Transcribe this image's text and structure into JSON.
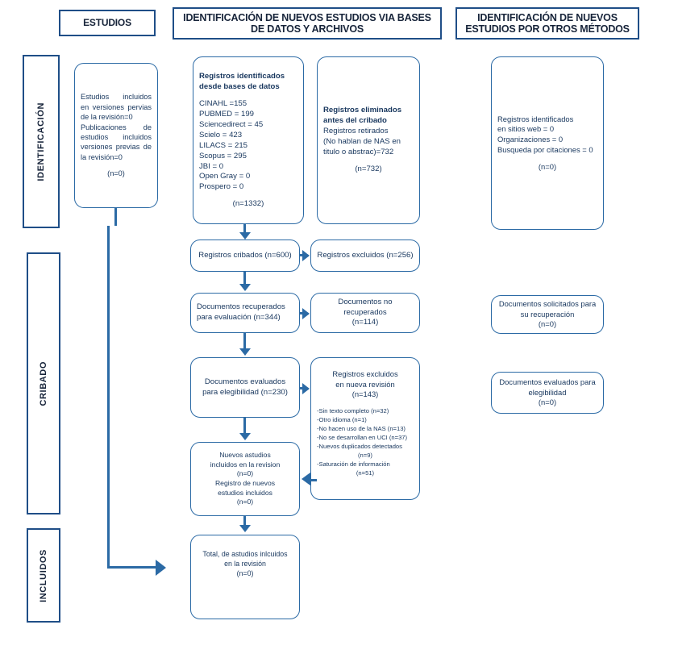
{
  "headers": {
    "studies": "ESTUDIOS",
    "databases": "IDENTIFICACIÓN DE NUEVOS ESTUDIOS VIA BASES DE DATOS Y ARCHIVOS",
    "other_methods": "IDENTIFICACIÓN DE NUEVOS ESTUDIOS POR OTROS MÉTODOS"
  },
  "phases": {
    "identification": "IDENTIFICACIÓN",
    "screening": "CRIBADO",
    "included": "INCLUIDOS"
  },
  "colors": {
    "border_navy": "#1f4e87",
    "border_blue": "#2b6aa5",
    "text_blue": "#17365d",
    "background": "#ffffff"
  },
  "nodes": {
    "previous_studies": {
      "line1": "Estudios incluidos",
      "line2": "en versiones pervias",
      "line3": "de la revisión=0",
      "line4": "Publicaciones de",
      "line5": "estudios incluidos",
      "line6": "versiones previas de",
      "line7": "la revisión=0",
      "count": "(n=0)"
    },
    "records_identified": {
      "title_line1": "Registros identificados",
      "title_line2": "desde bases de datos",
      "sources": [
        "CINAHL  =155",
        "PUBMED = 199",
        "Sciencedirect = 45",
        "Scielo = 423",
        "LILACS = 215",
        "Scopus = 295",
        "JBI = 0",
        "Open Gray = 0",
        "Prospero = 0"
      ],
      "count": "(n=1332)"
    },
    "records_removed": {
      "title_line1": "Registros eliminados",
      "title_line2": "antes del cribado",
      "line1": "Registros retirados",
      "line2": "(No hablan de NAS en",
      "line3": "titulo o abstrac)=732",
      "count": "(n=732)"
    },
    "other_identified": {
      "line1": "Registros identificados",
      "line2": "en sitios web = 0",
      "line3": "Organizaciones = 0",
      "line4": "Busqueda por citaciones = 0",
      "count": "(n=0)"
    },
    "records_screened": {
      "text": "Registros cribados (n=600)"
    },
    "records_excluded": {
      "text": "Registros excluidos (n=256)"
    },
    "reports_sought": {
      "line1": "Documentos recuperados",
      "line2": "para evaluación (n=344)"
    },
    "reports_not_retrieved": {
      "line1": "Documentos no recuperados",
      "line2": "(n=114)"
    },
    "reports_assessed": {
      "line1": "Documentos evaluados",
      "line2": "para elegibilidad (n=230)"
    },
    "reports_excluded": {
      "title_line1": "Registros excluidos",
      "title_line2": "en nueva revisión",
      "count": "(n=143)",
      "reasons": [
        "-Sin texto completo (n=32)",
        "-Otro idioma (n=1)",
        "-No hacen uso de la NAS (n=13)",
        "-No se desarrollan en UCI (n=37)",
        "-Nuevos duplicados detectados",
        "(n=9)",
        "-Saturación de información",
        "(n=51)"
      ]
    },
    "new_studies_included": {
      "line1": "Nuevos astudios",
      "line2": "incluidos en la revision",
      "line3": "(n=0)",
      "line4": "Registro de nuevos",
      "line5": "estudios incluidos",
      "line6": "(n=0)"
    },
    "total_included": {
      "line1": "Total, de astudios inlcuidos",
      "line2": "en la revisión",
      "line3": "(n=0)"
    },
    "documents_requested": {
      "line1": "Documentos solicitados para",
      "line2": "su recuperación",
      "line3": "(n=0)"
    },
    "documents_assessed": {
      "line1": "Documentos evaluados para",
      "line2": "elegibilidad",
      "line3": "(n=0)"
    }
  }
}
